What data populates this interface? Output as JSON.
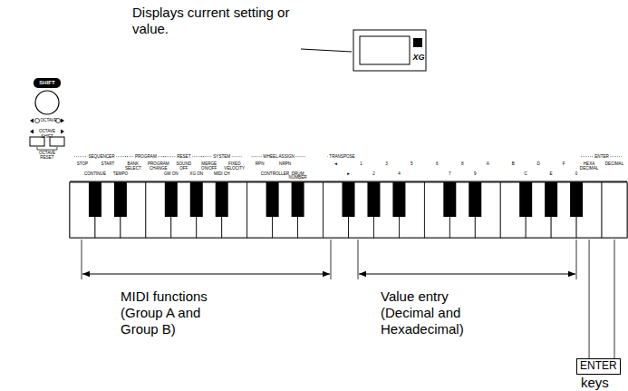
{
  "diagram": {
    "nodes": [
      {
        "text": [
          "ENTER"
        ]
      }
    ],
    "labels": [
      "Displays current setting or value.",
      "SHIFT",
      "OCTAVE",
      "OCTAVE SHIFT",
      "OCTAVE RESET",
      "XG",
      "SEQUENCER",
      "PROGRAM",
      "RESET",
      "SYSTEM",
      "WHEEL ASSIGN",
      "TRANSPOSE",
      "ENTER",
      "STOP",
      "CONTINUE",
      "START",
      "TEMPO",
      "BANK SELECT",
      "PROGRAM CHANGE",
      "GM ON",
      "SOUND OFF",
      "XG ON",
      "MERGE ON/OFF",
      "MIDI CH",
      "FIXED VELOCITY",
      "RPN",
      "CONTROLLER",
      "NRPN",
      "DRUM NUMBER",
      "◄",
      "►",
      "1",
      "2",
      "3",
      "4",
      "5",
      "6",
      "7",
      "8",
      "9",
      "A",
      "B",
      "C",
      "D",
      "E",
      "F",
      "0",
      "HEXA DECIMAL",
      "DECIMAL",
      "MIDI functions (Group A and Group B)",
      "Value entry (Decimal and Hexadecimal)",
      "keys"
    ]
  }
}
